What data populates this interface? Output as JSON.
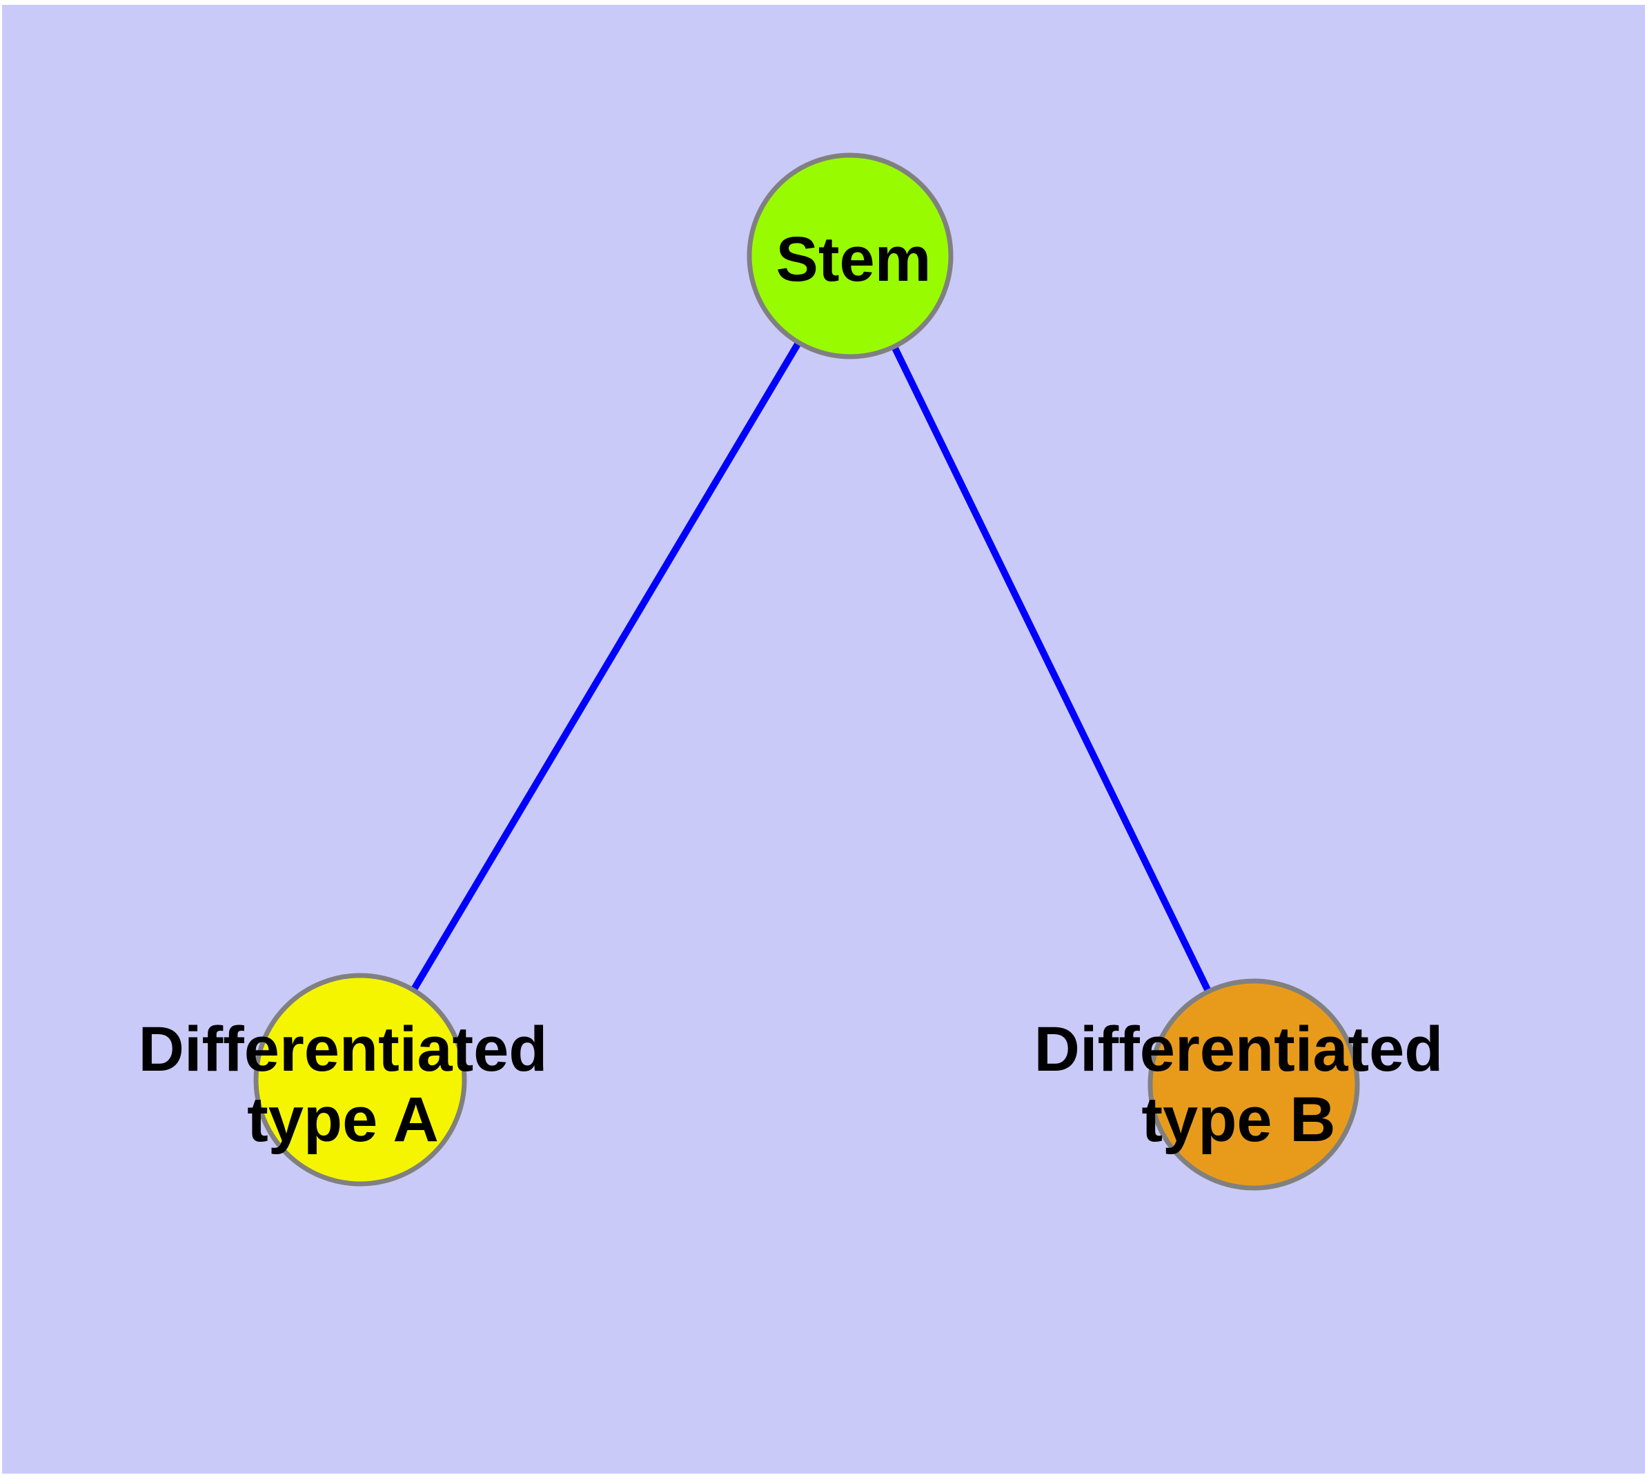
{
  "diagram": {
    "background_color": "#CACAF8",
    "page_margin_color": "#FFFFFF",
    "edge_color": "#0000FF",
    "node_border_color": "#808080",
    "text_color": "#000000",
    "nodes": [
      {
        "id": "stem",
        "label": "Stem",
        "line1": "Stem",
        "line2": "",
        "fill": "#99FB00"
      },
      {
        "id": "differentiated-type-a",
        "label": "Differentiated type A",
        "line1": "Differentiated",
        "line2": "type A",
        "fill": "#F5F500"
      },
      {
        "id": "differentiated-type-b",
        "label": "Differentiated type B",
        "line1": "Differentiated",
        "line2": "type B",
        "fill": "#E89B1B"
      }
    ],
    "edges": [
      {
        "from": "stem",
        "to": "differentiated-type-a"
      },
      {
        "from": "stem",
        "to": "differentiated-type-b"
      }
    ]
  }
}
